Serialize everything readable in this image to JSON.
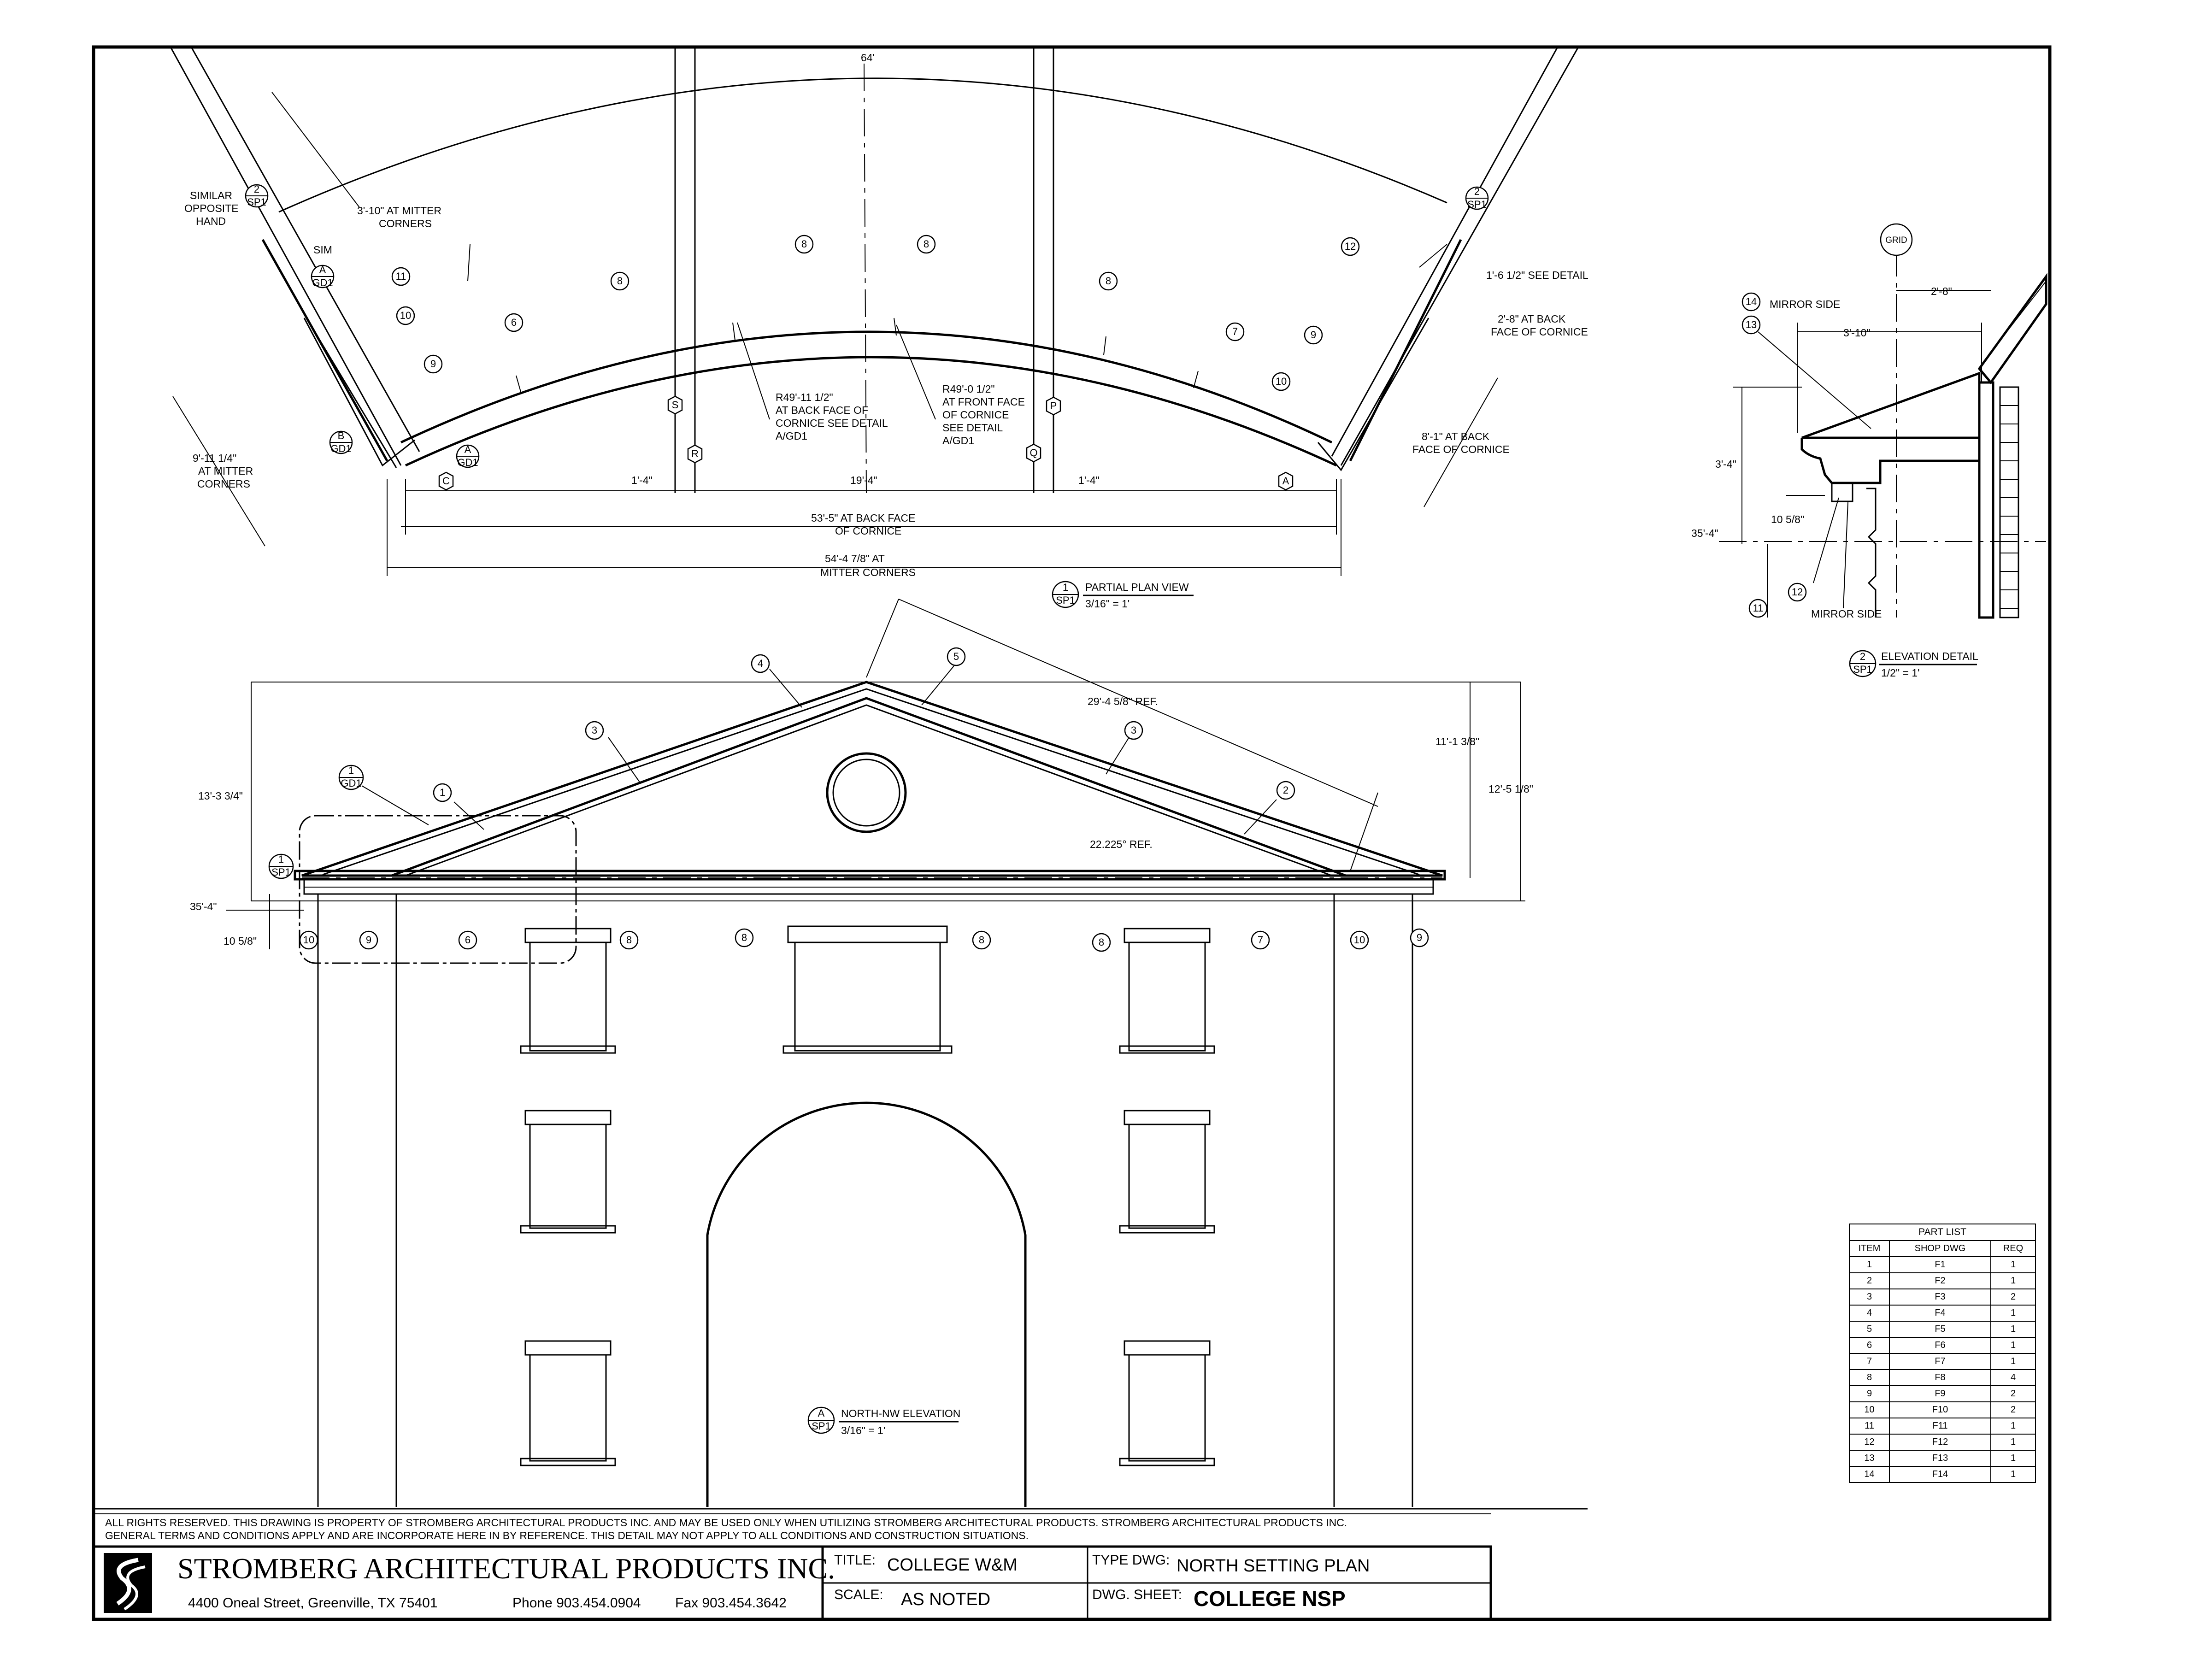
{
  "plan": {
    "overall_width": "64'",
    "similar_note": [
      "SIMILAR",
      "OPPOSITE",
      "HAND"
    ],
    "miter_3_10": [
      "3'-10\" AT MITTER",
      "CORNERS"
    ],
    "left_9_11": [
      "9'-11 1/4\"",
      "AT MITTER",
      "CORNERS"
    ],
    "right_1_6": "1'-6 1/2\" SEE DETAIL",
    "right_2_8": [
      "2'-8\" AT BACK",
      "FACE OF CORNICE"
    ],
    "right_8_1": [
      "8'-1\" AT BACK",
      "FACE OF CORNICE"
    ],
    "radius_back": [
      "R49'-11 1/2\"",
      "AT BACK FACE OF",
      "CORNICE SEE DETAIL",
      "A/GD1"
    ],
    "radius_front": [
      "R49'-0 1/2\"",
      "AT FRONT FACE",
      "OF CORNICE",
      "SEE DETAIL",
      "A/GD1"
    ],
    "dim_1_4": "1'-4\"",
    "dim_19_4": "19'-4\"",
    "dim_53_5": [
      "53'-5\" AT BACK FACE",
      "OF CORNICE"
    ],
    "dim_54_4": [
      "54'-4 7/8\" AT",
      "MITTER CORNERS"
    ],
    "grid_letters": [
      "S",
      "R",
      "Q",
      "P"
    ],
    "corner_letters": [
      "C",
      "A"
    ],
    "sim_label": "SIM",
    "view_label": "PARTIAL PLAN VIEW",
    "view_scale": "3/16\" = 1'",
    "view_num": "1",
    "view_sheet": "SP1"
  },
  "elevation": {
    "dim_29_4": "29'-4 5/8\" REF.",
    "dim_11_1": "11'-1 3/8\"",
    "dim_12_5": "12'-5 1/8\"",
    "dim_13_3": "13'-3 3/4\"",
    "angle": "22.225° REF.",
    "dim_35_4": "35'-4\"",
    "dim_10_5": "10 5/8\"",
    "view_label": "NORTH-NW ELEVATION",
    "view_scale": "3/16\" = 1'",
    "view_num": "A",
    "view_sheet": "SP1"
  },
  "detail": {
    "grid": "GRID",
    "mirror_14": "MIRROR SIDE",
    "mirror_11": "MIRROR SIDE",
    "dim_2_8": "2'-8\"",
    "dim_3_10": "3'-10\"",
    "dim_3_4": "3'-4\"",
    "dim_10_5": "10 5/8\"",
    "dim_35_4": "35'-4\"",
    "view_label": "ELEVATION DETAIL",
    "view_scale": "1/2\" = 1'",
    "view_num": "2",
    "view_sheet": "SP1"
  },
  "callouts": {
    "sp1": "SP1",
    "gd1": "GD1",
    "one": "1",
    "two": "2",
    "a": "A",
    "b": "B"
  },
  "part_list": {
    "title": "PART LIST",
    "headers": [
      "ITEM",
      "SHOP DWG",
      "REQ"
    ],
    "rows": [
      [
        "1",
        "F1",
        "1"
      ],
      [
        "2",
        "F2",
        "1"
      ],
      [
        "3",
        "F3",
        "2"
      ],
      [
        "4",
        "F4",
        "1"
      ],
      [
        "5",
        "F5",
        "1"
      ],
      [
        "6",
        "F6",
        "1"
      ],
      [
        "7",
        "F7",
        "1"
      ],
      [
        "8",
        "F8",
        "4"
      ],
      [
        "9",
        "F9",
        "2"
      ],
      [
        "10",
        "F10",
        "2"
      ],
      [
        "11",
        "F11",
        "1"
      ],
      [
        "12",
        "F12",
        "1"
      ],
      [
        "13",
        "F13",
        "1"
      ],
      [
        "14",
        "F14",
        "1"
      ]
    ]
  },
  "title_block": {
    "rights_line1": "ALL RIGHTS RESERVED. THIS DRAWING IS PROPERTY OF STROMBERG ARCHITECTURAL PRODUCTS INC. AND MAY BE USED ONLY WHEN UTILIZING STROMBERG ARCHITECTURAL PRODUCTS.  STROMBERG ARCHITECTURAL PRODUCTS INC.",
    "rights_line2": "GENERAL TERMS AND CONDITIONS APPLY AND ARE INCORPORATE HERE IN BY REFERENCE.  THIS DETAIL MAY NOT APPLY TO ALL CONDITIONS AND CONSTRUCTION SITUATIONS.",
    "company": "STROMBERG ARCHITECTURAL PRODUCTS INC.",
    "address": "4400 Oneal Street, Greenville, TX  75401",
    "phone": "Phone 903.454.0904",
    "fax": "Fax 903.454.3642",
    "title_label": "TITLE:",
    "title_value": "COLLEGE W&M",
    "type_label": "TYPE DWG:",
    "type_value": "NORTH SETTING PLAN",
    "scale_label": "SCALE:",
    "scale_value": "AS NOTED",
    "sheet_label": "DWG. SHEET:",
    "sheet_value": "COLLEGE NSP"
  }
}
